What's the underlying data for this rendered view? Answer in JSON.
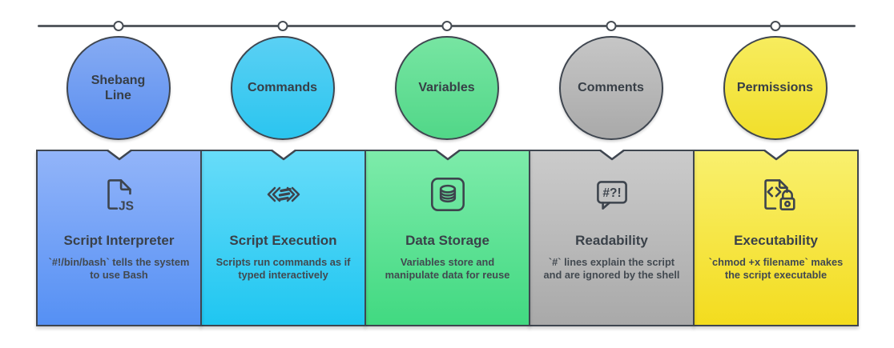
{
  "rail": {
    "line_color": "#565b61",
    "marker_fill": "#ffffff",
    "marker_border": "#474d54"
  },
  "border_color": "#3f4650",
  "items": [
    {
      "label": "Shebang Line",
      "icon": "js-file-icon",
      "icon_text": "JS",
      "card_title": "Script Interpreter",
      "card_desc": "`#!/bin/bash` tells the system to use Bash",
      "colors": {
        "circle_top": "#86abf3",
        "circle_bottom": "#5b8ff0",
        "card_top": "#92b4f9",
        "card_bottom": "#5590f4"
      }
    },
    {
      "label": "Commands",
      "icon": "fast-forward-icon",
      "icon_text": "",
      "card_title": "Script Execution",
      "card_desc": "Scripts run commands as if typed interactively",
      "colors": {
        "circle_top": "#5ad0f4",
        "circle_bottom": "#2bc5ef",
        "card_top": "#67dcf9",
        "card_bottom": "#1fc6f1"
      }
    },
    {
      "label": "Variables",
      "icon": "database-icon",
      "icon_text": "",
      "card_title": "Data Storage",
      "card_desc": "Variables store and manipulate data for reuse",
      "colors": {
        "circle_top": "#77e5a2",
        "circle_bottom": "#51d788",
        "card_top": "#7debaa",
        "card_bottom": "#41d981"
      }
    },
    {
      "label": "Comments",
      "icon": "comment-bubble-icon",
      "icon_text": "#?!",
      "card_title": "Readability",
      "card_desc": "`#` lines explain the script and are ignored by the shell",
      "colors": {
        "circle_top": "#c6c6c6",
        "circle_bottom": "#a9a9a9",
        "card_top": "#cbcbcb",
        "card_bottom": "#a9a9a9"
      }
    },
    {
      "label": "Permissions",
      "icon": "file-lock-icon",
      "icon_text": "",
      "card_title": "Executability",
      "card_desc": "`chmod +x filename` makes the script executable",
      "colors": {
        "circle_top": "#f7ec5e",
        "circle_bottom": "#f1df2a",
        "card_top": "#f9f06e",
        "card_bottom": "#f3dc1e"
      }
    }
  ]
}
